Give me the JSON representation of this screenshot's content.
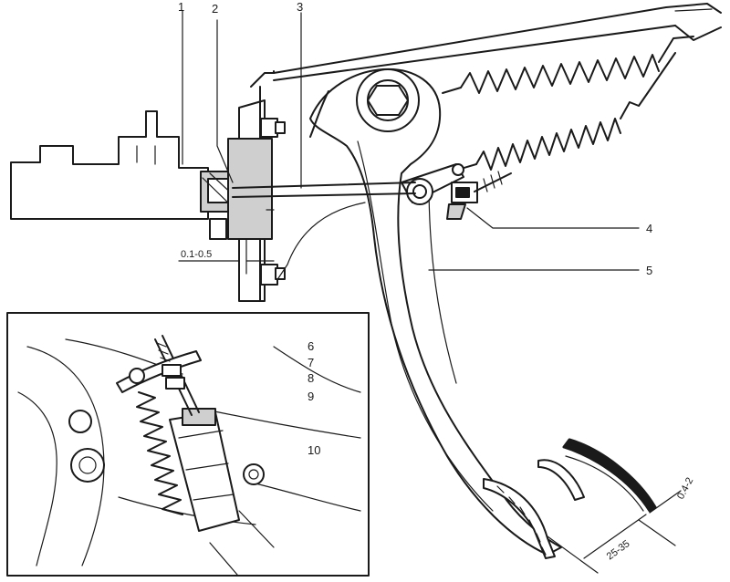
{
  "callouts": {
    "c1": "1",
    "c2": "2",
    "c3": "3",
    "c4": "4",
    "c5": "5",
    "c6": "6",
    "c7": "7",
    "c8": "8",
    "c9": "9",
    "c10": "10"
  },
  "dimensions": {
    "gap": "0.1-0.5",
    "pedal_travel": "25-35",
    "free_play": "0.4-2"
  },
  "colors": {
    "ink": "#1a1a1a",
    "paper": "#ffffff"
  }
}
